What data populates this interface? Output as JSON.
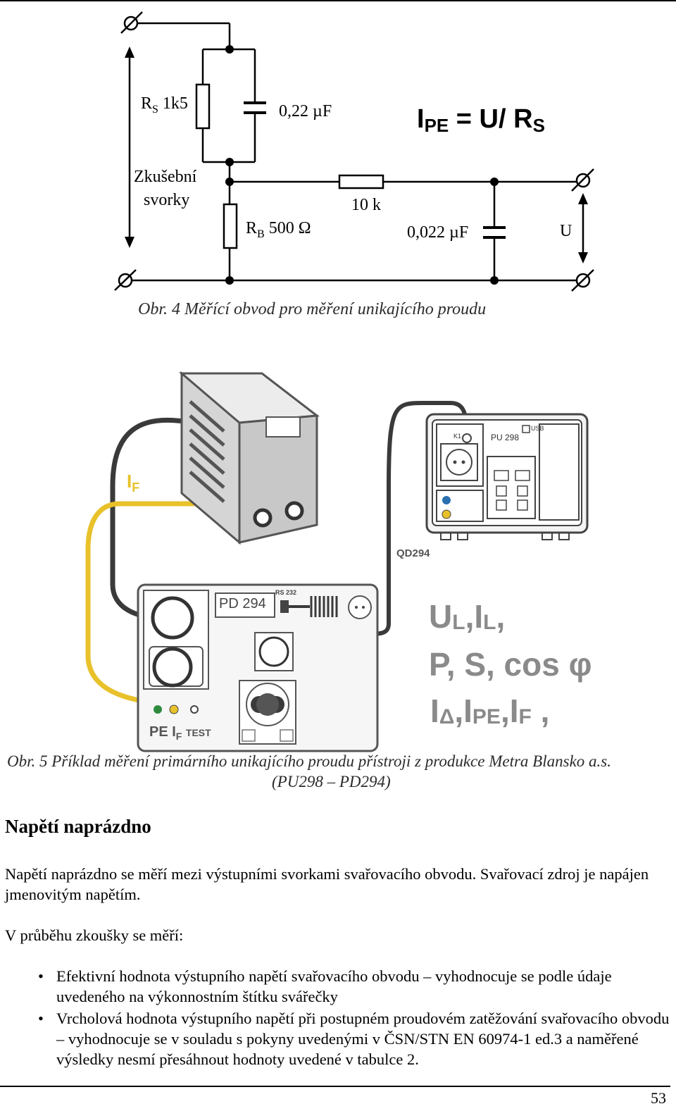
{
  "figure4": {
    "labels": {
      "rs": "R",
      "rs_sub": "S",
      "rs_value": "1k5",
      "c1": "0,22 µF",
      "test_terminals_1": "Zkušební",
      "test_terminals_2": "svorky",
      "rb": "R",
      "rb_sub": "B",
      "rb_value": "500 Ω",
      "r10k": "10 k",
      "c2": "0,022 µF",
      "u": "U"
    },
    "formula": {
      "i": "I",
      "i_sub": "PE",
      "rest": " = U/ R",
      "r_sub": "S"
    },
    "caption": "Obr. 4 Měřící obvod pro měření unikajícího proudu"
  },
  "figure5": {
    "if_label": "I",
    "if_sub": "F",
    "pu_label": "PU 298",
    "k1": "K1",
    "usb": "USB",
    "qd_label": "QD294",
    "pd_label": "PD 294",
    "rs232": "RS 232",
    "bottom_label": "PE  I",
    "bottom_sub": "F",
    "test": "TEST",
    "measured_line1": [
      "U",
      "L",
      ",I",
      "L",
      ","
    ],
    "measured_line2": "P, S, cos φ",
    "measured_line3": [
      "I",
      "Δ",
      ",I",
      "PE",
      ",I",
      "F",
      " ,"
    ],
    "caption_line1": "Obr. 5 Příklad měření primárního unikajícího proudu přístroji z produkce Metra Blansko a.s.",
    "caption_line2": "(PU298 – PD294)"
  },
  "section": {
    "heading": "Napětí naprázdno",
    "paragraph1": "Napětí naprázdno se měří mezi výstupními svorkami svařovacího obvodu. Svařovací zdroj je napájen jmenovitým napětím.",
    "paragraph2": "V průběhu zkoušky se měří:",
    "bullets": [
      "Efektivní hodnota výstupního napětí svařovacího obvodu – vyhodnocuje se podle údaje uvedeného na výkonnostním štítku svářečky",
      "Vrcholová hodnota výstupního napětí při postupném proudovém zatěžování svařovacího obvodu – vyhodnocuje se v souladu s pokyny uvedenými v ČSN/STN EN 60974-1 ed.3 a naměřené výsledky nesmí přesáhnout hodnoty uvedené v tabulce 2."
    ],
    "bullet_symbol": "•"
  },
  "footer": {
    "page_number": "53"
  }
}
